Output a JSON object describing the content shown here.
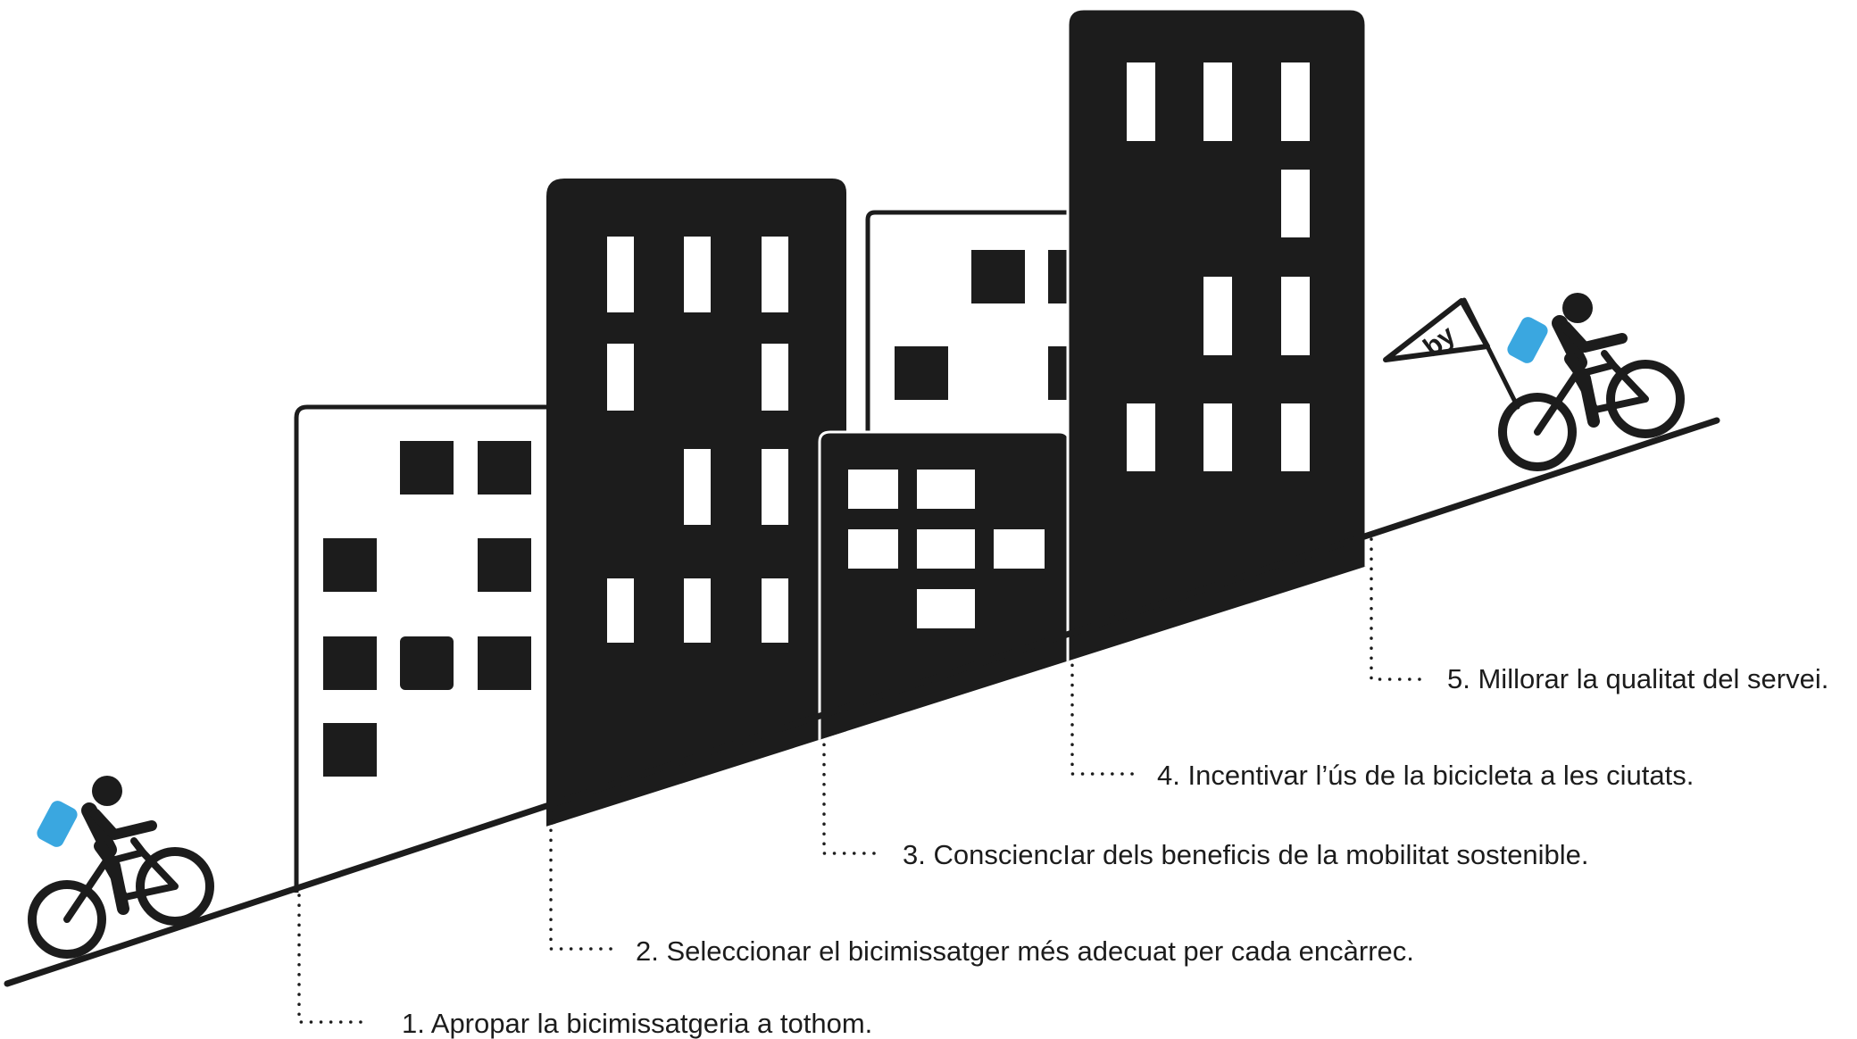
{
  "colors": {
    "ink": "#1c1c1c",
    "background": "#ffffff",
    "backpack": "#3aa7e0"
  },
  "flag": {
    "text": "by"
  },
  "steps": [
    {
      "number": "1.",
      "text": "Apropar la bicimissatgeria a tothom."
    },
    {
      "number": "2.",
      "text": "Seleccionar el bicimissatger més adecuat per cada encàrrec."
    },
    {
      "number": "3.",
      "text": "ConsciencIar dels beneficis de la mobilitat sostenible."
    },
    {
      "number": "4.",
      "text": "Incentivar l’ús de la bicicleta a les ciutats."
    },
    {
      "number": "5.",
      "text": "Millorar la qualitat del servei."
    }
  ]
}
